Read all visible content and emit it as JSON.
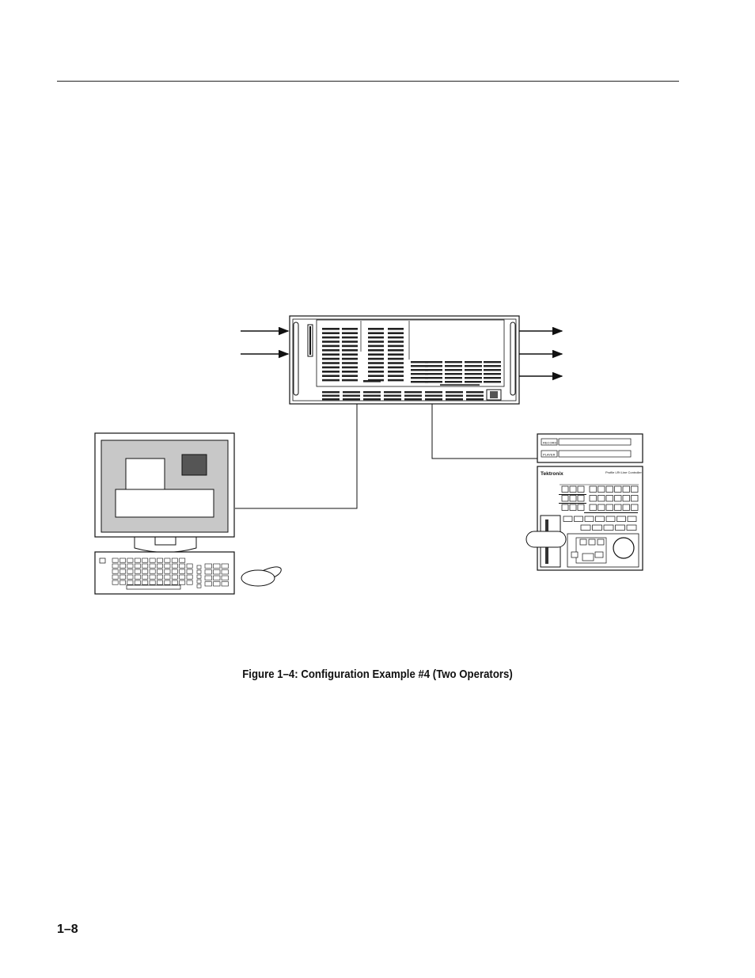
{
  "figure": {
    "caption": "Figure 1–4: Configuration Example #4 (Two Operators)"
  },
  "controller": {
    "brand": "Tektronix",
    "product": "Profile LRt Line Controller",
    "recorder_label": "RECORD",
    "player_label": "PLAYER"
  },
  "page": {
    "number": "1–8"
  }
}
